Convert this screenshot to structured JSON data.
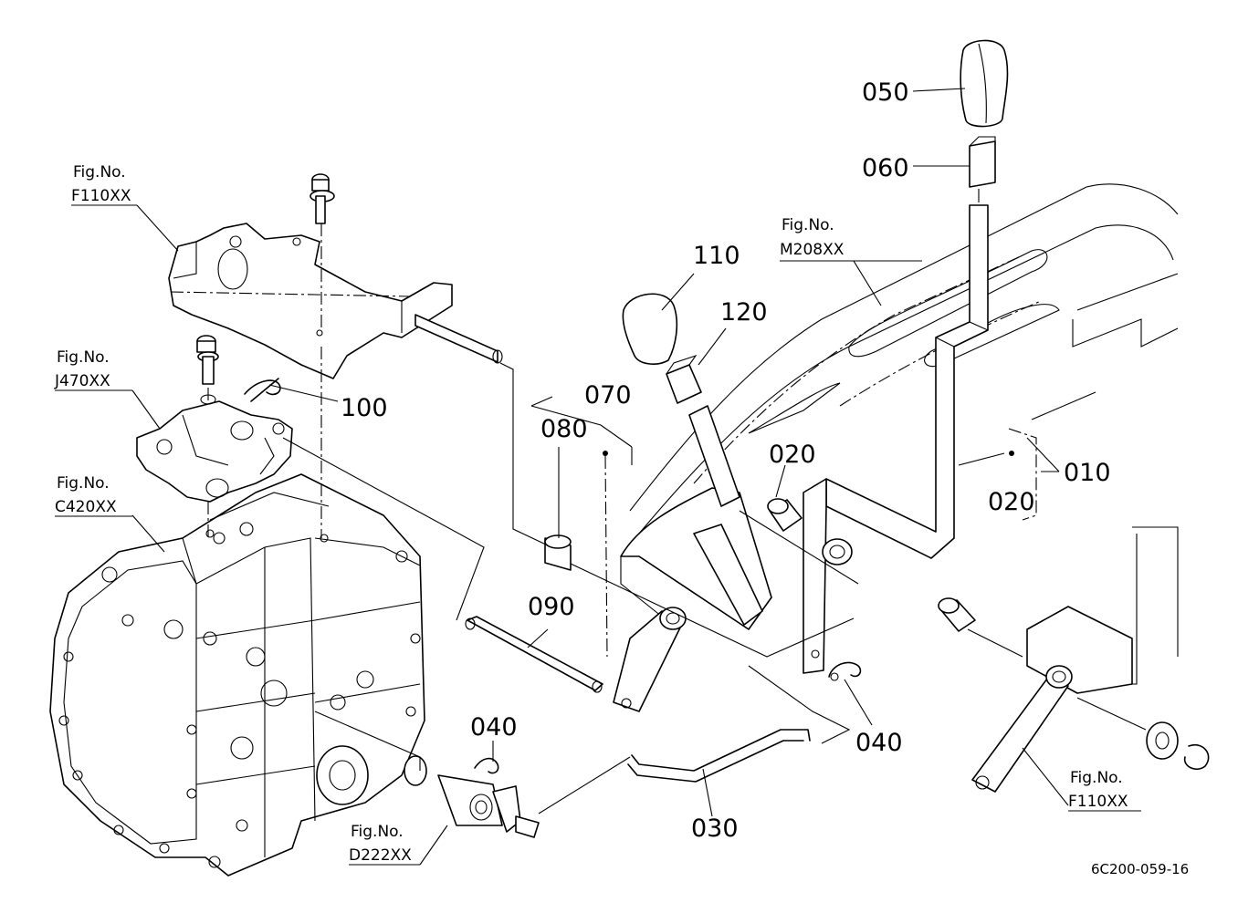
{
  "diagram": {
    "part_labels": [
      "010",
      "020",
      "020",
      "030",
      "040",
      "040",
      "050",
      "060",
      "070",
      "080",
      "090",
      "100",
      "110",
      "120"
    ],
    "figure_refs": [
      {
        "prefix": "Fig.No.",
        "code": "F110XX"
      },
      {
        "prefix": "Fig.No.",
        "code": "J470XX"
      },
      {
        "prefix": "Fig.No.",
        "code": "C420XX"
      },
      {
        "prefix": "Fig.No.",
        "code": "M208XX"
      },
      {
        "prefix": "Fig.No.",
        "code": "D222XX"
      },
      {
        "prefix": "Fig.No.",
        "code": "F110XX"
      }
    ],
    "drawing_code": "6C200-059-16"
  }
}
